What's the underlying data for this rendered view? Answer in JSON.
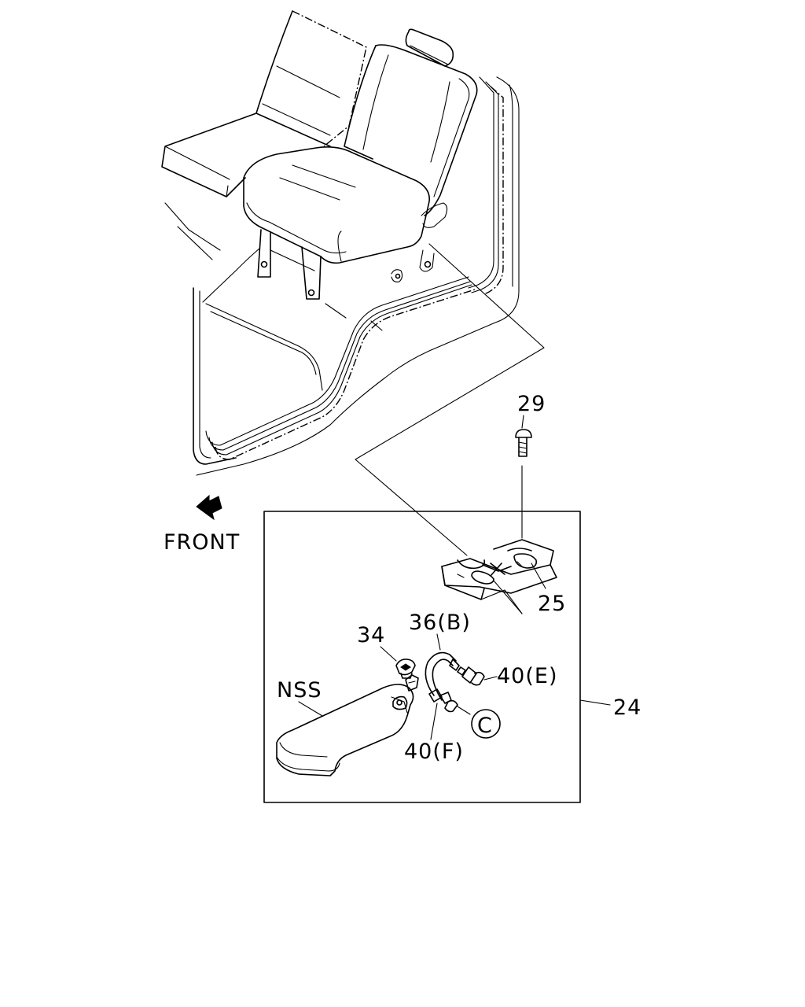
{
  "labels": {
    "front": "FRONT",
    "part_29": "29",
    "part_25": "25",
    "part_34": "34",
    "part_36b": "36(B)",
    "part_40e": "40(E)",
    "part_nss": "NSS",
    "part_24": "24",
    "part_40f": "40(F)",
    "callout_c": "C"
  },
  "icons": {
    "front_arrow": "front-arrow-icon"
  },
  "colors": {
    "ink": "#000000",
    "paper": "#ffffff"
  }
}
